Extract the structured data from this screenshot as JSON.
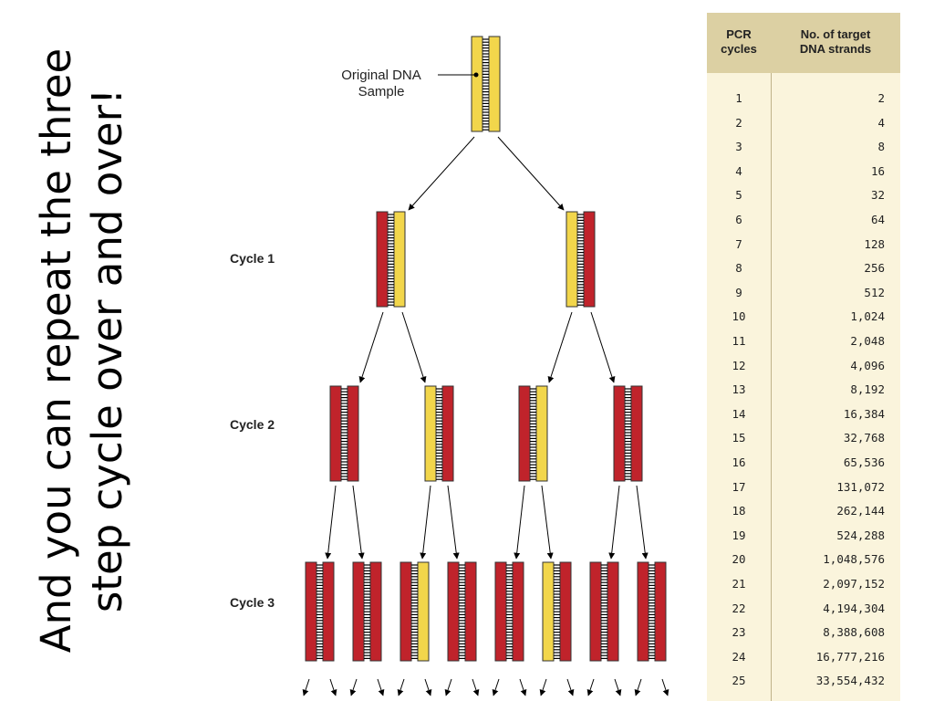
{
  "slide": {
    "title_line1": "And you can repeat the three",
    "title_line2": "step cycle over and over!"
  },
  "diagram": {
    "sample_label_line1": "Original DNA",
    "sample_label_line2": "Sample",
    "cycle_labels": [
      "Cycle 1",
      "Cycle 2",
      "Cycle 3"
    ],
    "colors": {
      "original_strand": "#f2d64b",
      "new_strand": "#c0232b",
      "outline": "#333333"
    }
  },
  "table": {
    "header_col1_line1": "PCR",
    "header_col1_line2": "cycles",
    "header_col2_line1": "No. of target",
    "header_col2_line2": "DNA strands",
    "rows": [
      {
        "cycles": "1",
        "strands": "2"
      },
      {
        "cycles": "2",
        "strands": "4"
      },
      {
        "cycles": "3",
        "strands": "8"
      },
      {
        "cycles": "4",
        "strands": "16"
      },
      {
        "cycles": "5",
        "strands": "32"
      },
      {
        "cycles": "6",
        "strands": "64"
      },
      {
        "cycles": "7",
        "strands": "128"
      },
      {
        "cycles": "8",
        "strands": "256"
      },
      {
        "cycles": "9",
        "strands": "512"
      },
      {
        "cycles": "10",
        "strands": "1,024"
      },
      {
        "cycles": "11",
        "strands": "2,048"
      },
      {
        "cycles": "12",
        "strands": "4,096"
      },
      {
        "cycles": "13",
        "strands": "8,192"
      },
      {
        "cycles": "14",
        "strands": "16,384"
      },
      {
        "cycles": "15",
        "strands": "32,768"
      },
      {
        "cycles": "16",
        "strands": "65,536"
      },
      {
        "cycles": "17",
        "strands": "131,072"
      },
      {
        "cycles": "18",
        "strands": "262,144"
      },
      {
        "cycles": "19",
        "strands": "524,288"
      },
      {
        "cycles": "20",
        "strands": "1,048,576"
      },
      {
        "cycles": "21",
        "strands": "2,097,152"
      },
      {
        "cycles": "22",
        "strands": "4,194,304"
      },
      {
        "cycles": "23",
        "strands": "8,388,608"
      },
      {
        "cycles": "24",
        "strands": "16,777,216"
      },
      {
        "cycles": "25",
        "strands": "33,554,432"
      }
    ],
    "colors": {
      "header_bg": "#dcd0a3",
      "body_bg": "#faf4dc"
    }
  }
}
